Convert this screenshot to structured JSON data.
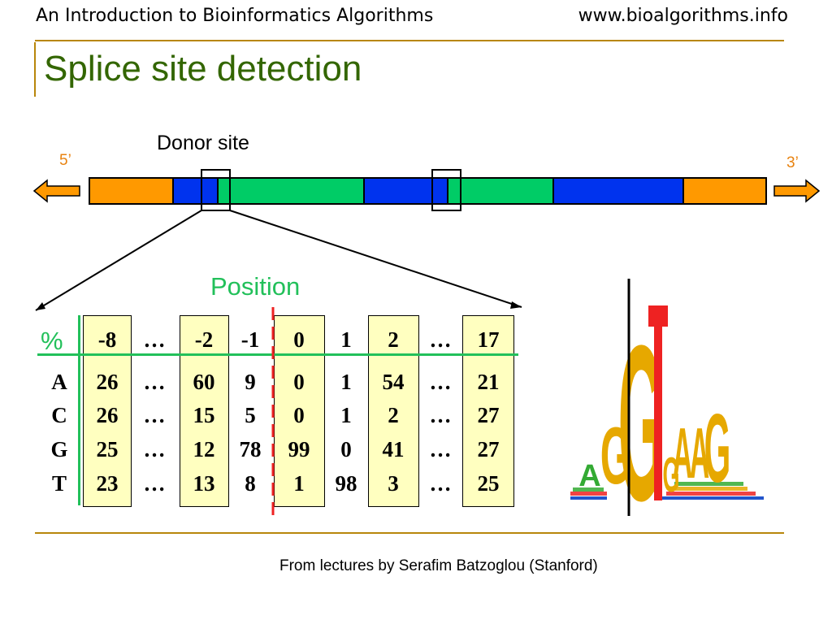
{
  "header": {
    "left": "An Introduction to Bioinformatics Algorithms",
    "right": "www.bioalgorithms.info"
  },
  "title": "Splice site detection",
  "diagram": {
    "donor_label": "Donor site",
    "five_prime": "5’",
    "three_prime": "3’",
    "position_label": "Position",
    "colors": {
      "exon_utr": "#ff9900",
      "exon_coding": "#0033ee",
      "intron": "#00cc66",
      "arrow": "#ff9900"
    }
  },
  "table": {
    "corner": "%",
    "positions": [
      "-8",
      "…",
      "-2",
      "-1",
      "0",
      "1",
      "2",
      "…",
      "17"
    ],
    "bases": [
      "A",
      "C",
      "G",
      "T"
    ],
    "rows": [
      [
        "26",
        "…",
        "60",
        "9",
        "0",
        "1",
        "54",
        "…",
        "21"
      ],
      [
        "26",
        "…",
        "15",
        "5",
        "0",
        "1",
        "2",
        "…",
        "27"
      ],
      [
        "25",
        "…",
        "12",
        "78",
        "99",
        "0",
        "41",
        "…",
        "27"
      ],
      [
        "23",
        "…",
        "13",
        "8",
        "1",
        "98",
        "3",
        "…",
        "25"
      ]
    ]
  },
  "logo": {
    "letters": [
      "A",
      "G",
      "G",
      "T",
      "A",
      "A",
      "G"
    ],
    "colors": {
      "A": "#33aa33",
      "G": "#e6a800",
      "T": "#ee2222",
      "C": "#2255cc"
    }
  },
  "footer": "From lectures by Serafim Batzoglou (Stanford)"
}
